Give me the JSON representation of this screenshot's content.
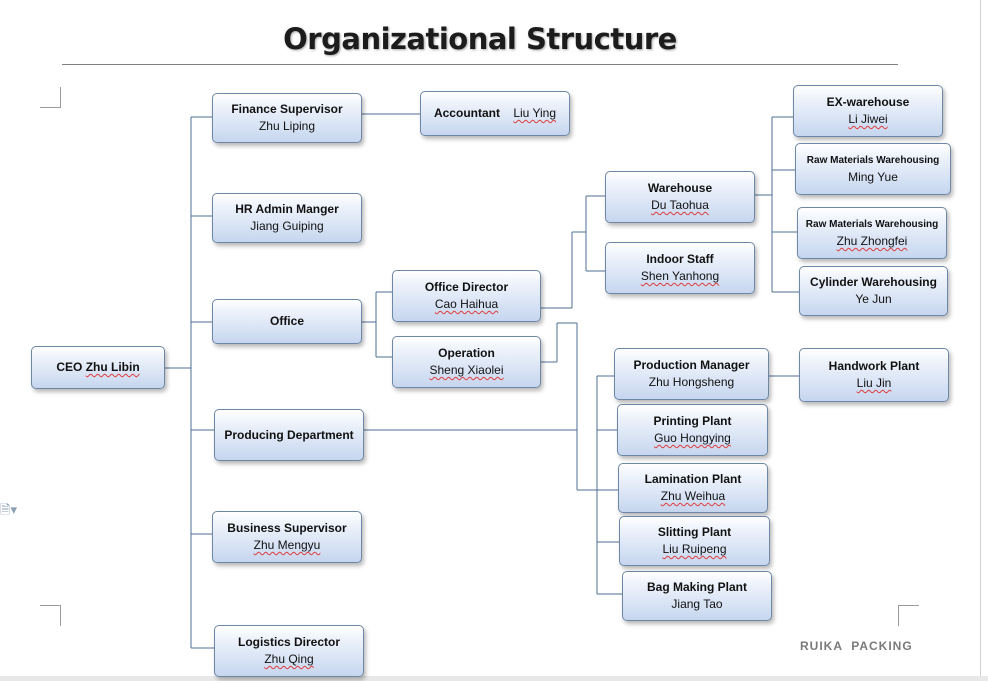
{
  "title": "Organizational Structure",
  "watermark": "RUIKA  PACKING",
  "icons": {
    "doc": "document-icon"
  },
  "nodes": {
    "ceo": {
      "title": "CEO",
      "name": "Zhu Libin"
    },
    "finance": {
      "title": "Finance Supervisor",
      "name": "Zhu Liping"
    },
    "accountant": {
      "title": "Accountant",
      "name": "Liu Ying"
    },
    "hr": {
      "title": "HR Admin Manger",
      "name": "Jiang Guiping"
    },
    "office": {
      "title": "Office"
    },
    "office_director": {
      "title": "Office Director",
      "name": "Cao Haihua"
    },
    "operation": {
      "title": "Operation",
      "name": "Sheng Xiaolei"
    },
    "warehouse": {
      "title": "Warehouse",
      "name": "Du Taohua"
    },
    "indoor": {
      "title": "Indoor Staff",
      "name": "Shen Yanhong"
    },
    "ex_warehouse": {
      "title": "EX-warehouse",
      "name": "Li Jiwei"
    },
    "raw1": {
      "title": "Raw Materials Warehousing",
      "name": "Ming Yue"
    },
    "raw2": {
      "title": "Raw Materials Warehousing",
      "name": "Zhu Zhongfei"
    },
    "cylinder": {
      "title": "Cylinder Warehousing",
      "name": "Ye Jun"
    },
    "producing": {
      "title": "Producing Department"
    },
    "production_manager": {
      "title": "Production Manager",
      "name": "Zhu Hongsheng"
    },
    "handwork": {
      "title": "Handwork Plant",
      "name": "Liu Jin"
    },
    "printing": {
      "title": "Printing Plant",
      "name": "Guo Hongying"
    },
    "lamination": {
      "title": "Lamination Plant",
      "name": "Zhu Weihua"
    },
    "slitting": {
      "title": "Slitting Plant",
      "name": "Liu Ruipeng"
    },
    "bag_making": {
      "title": "Bag Making Plant",
      "name": "Jiang Tao"
    },
    "business": {
      "title": "Business Supervisor",
      "name": "Zhu Mengyu"
    },
    "logistics": {
      "title": "Logistics Director",
      "name": "Zhu Qing"
    }
  }
}
